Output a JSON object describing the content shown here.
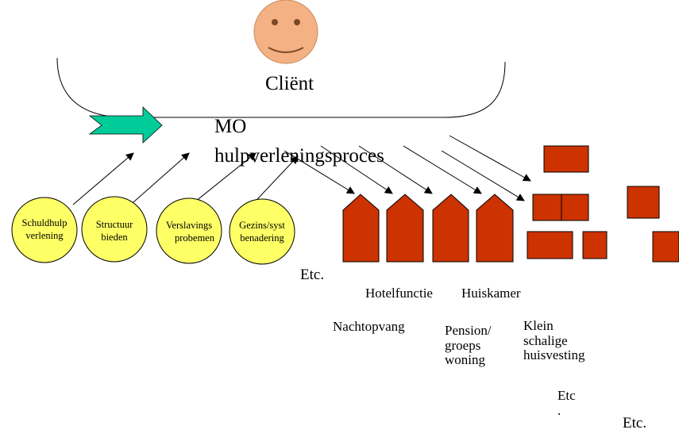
{
  "client": {
    "label": "Cliënt"
  },
  "process": {
    "title_line1": "MO",
    "title_line2": "hulpverleningsproces"
  },
  "services": [
    {
      "line1": "Schuldhulp",
      "line2": "verlening"
    },
    {
      "line1": "Structuur",
      "line2": "bieden"
    },
    {
      "line1": "Verslavings",
      "line2": "probemen"
    },
    {
      "line1": "Gezins/syst",
      "line2": "benadering"
    }
  ],
  "etc_services": "Etc.",
  "housing_labels": {
    "hotelfunctie": "Hotelfunctie",
    "huiskamer": "Huiskamer",
    "nachtopvang": "Nachtopvang",
    "pension_line1": "Pension/",
    "pension_line2": "groeps",
    "pension_line3": "woning",
    "klein_line1": "Klein",
    "klein_line2": "schalige",
    "klein_line3": "huisvesting",
    "etc1_line1": "Etc",
    "etc1_line2": ".",
    "etc2": "Etc."
  },
  "colors": {
    "face": "#f4b183",
    "circle": "#ffff66",
    "house": "#cc3300",
    "arrow_flow": "#00cc99"
  }
}
